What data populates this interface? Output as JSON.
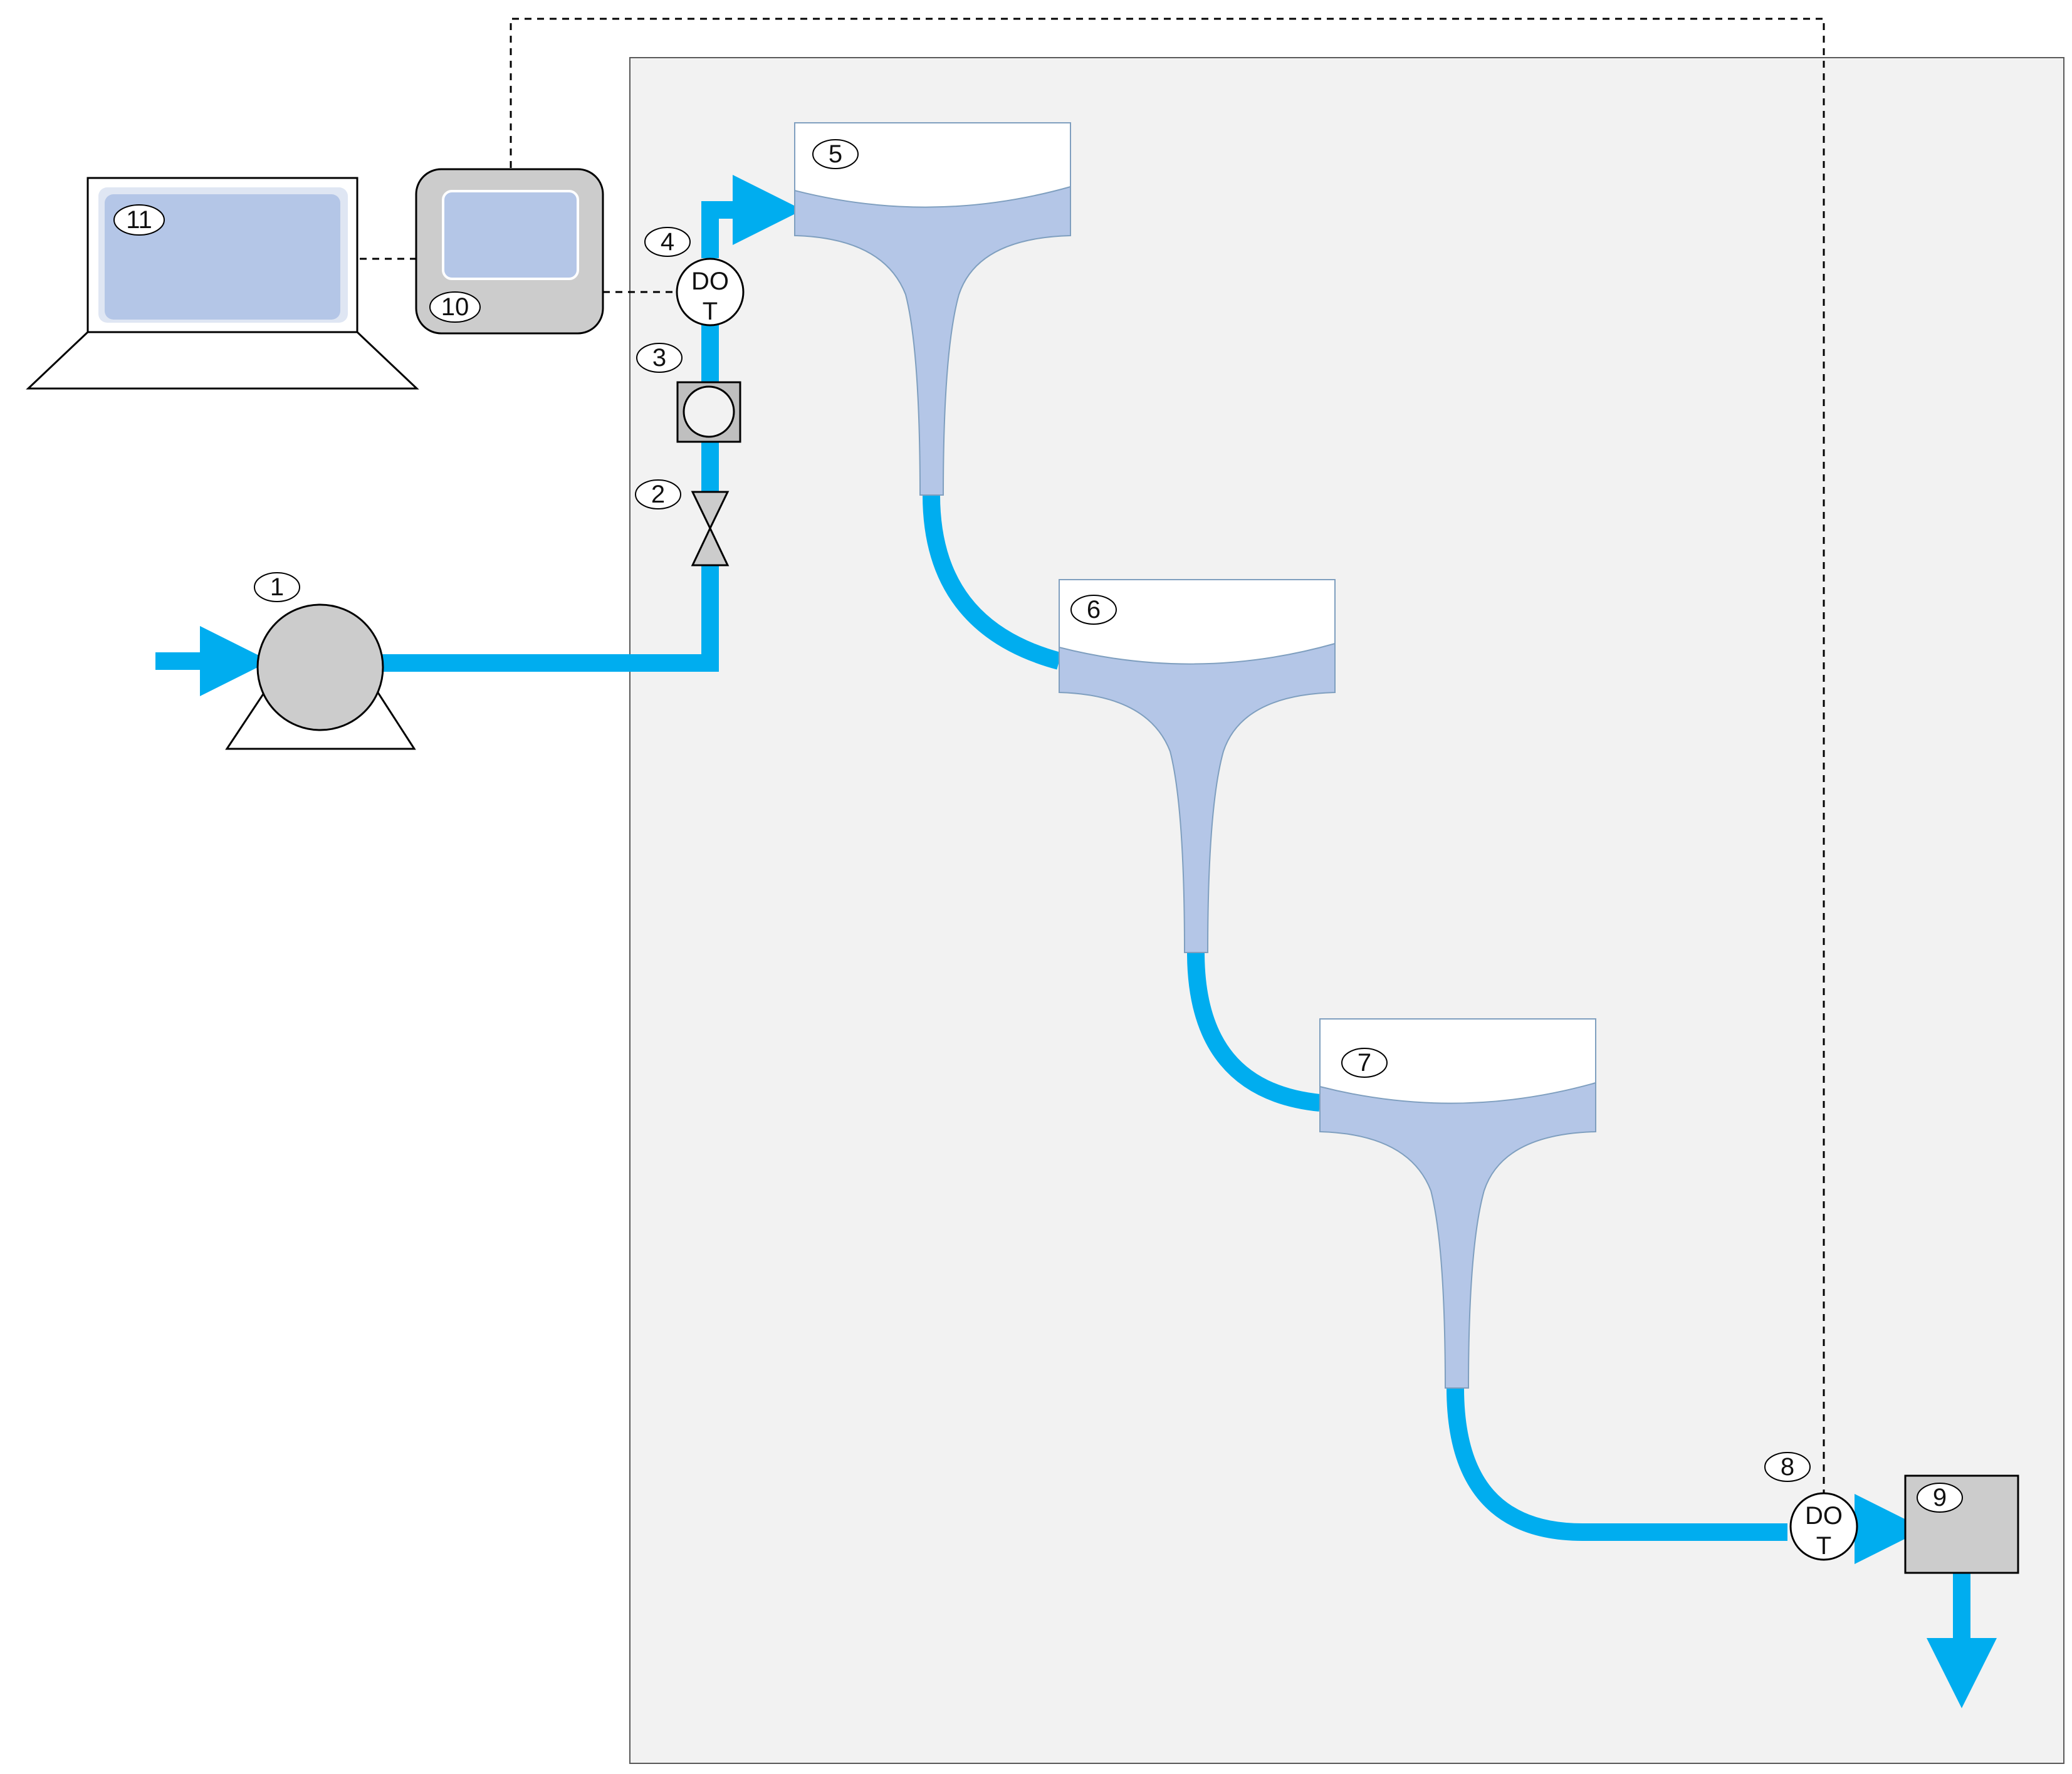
{
  "colors": {
    "pipe": "#00adef",
    "water": "#b4c6e7",
    "equipment_gray": "#cccccc",
    "enclosure_fill": "#f2f2f2",
    "enclosure_stroke": "#595959",
    "signal_line": "#000000"
  },
  "labels": {
    "pump": "1",
    "valve": "2",
    "flow_meter": "3",
    "inlet_sensor": "4",
    "stage_1": "5",
    "stage_2": "6",
    "stage_3": "7",
    "outlet_sensor": "8",
    "collection_box": "9",
    "controller": "10",
    "laptop": "11"
  },
  "sensors": {
    "inlet": {
      "line1": "DO",
      "line2": "T"
    },
    "outlet": {
      "line1": "DO",
      "line2": "T"
    }
  }
}
